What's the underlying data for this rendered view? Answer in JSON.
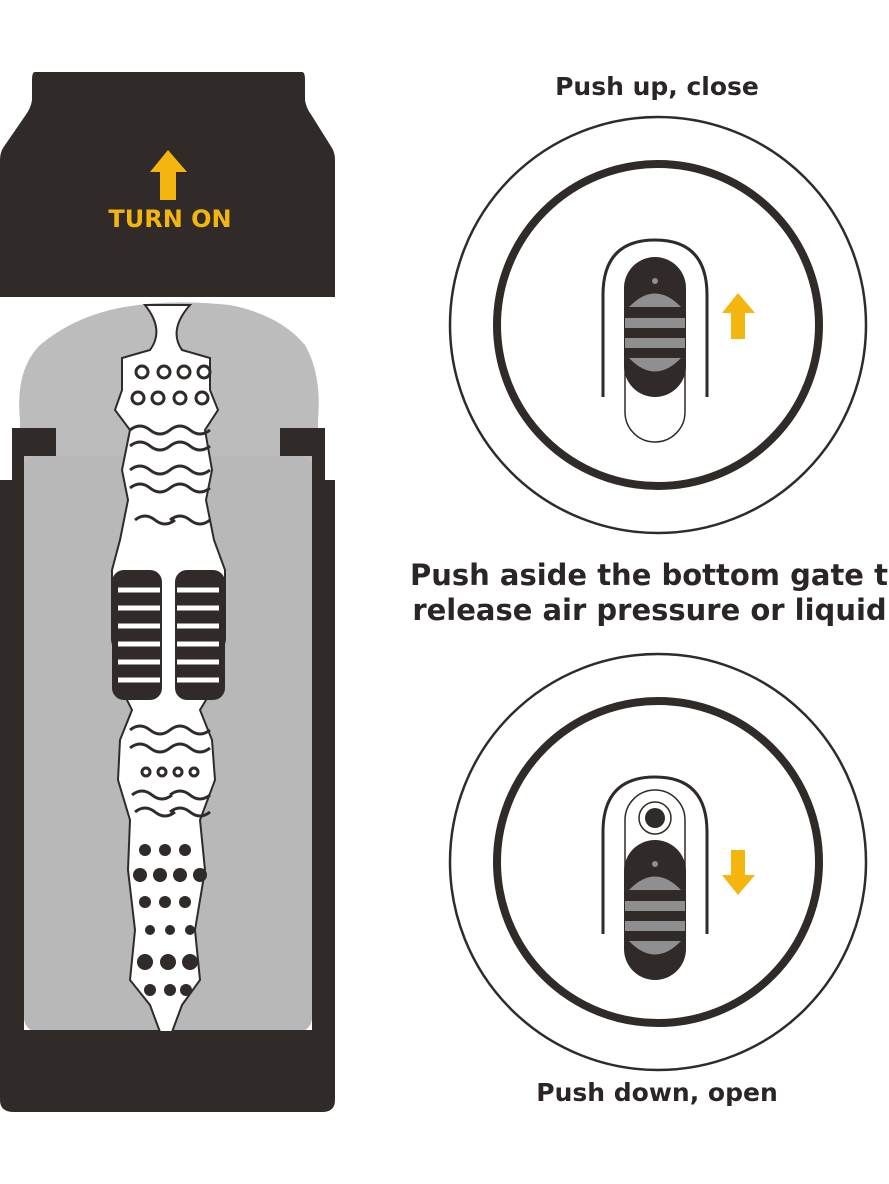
{
  "cap": {
    "label": "TURN ON",
    "arrow_icon": "arrow-up-icon"
  },
  "right": {
    "top_caption": "Push up, close",
    "instruction_line1": "Push aside the bottom gate to",
    "instruction_line2": "release air pressure or liquid.",
    "bottom_caption": "Push down, open"
  },
  "colors": {
    "dark": "#302a28",
    "accent": "#f5b50f",
    "gray": "#b8b8b8",
    "stripe": "#8f8f8f"
  }
}
